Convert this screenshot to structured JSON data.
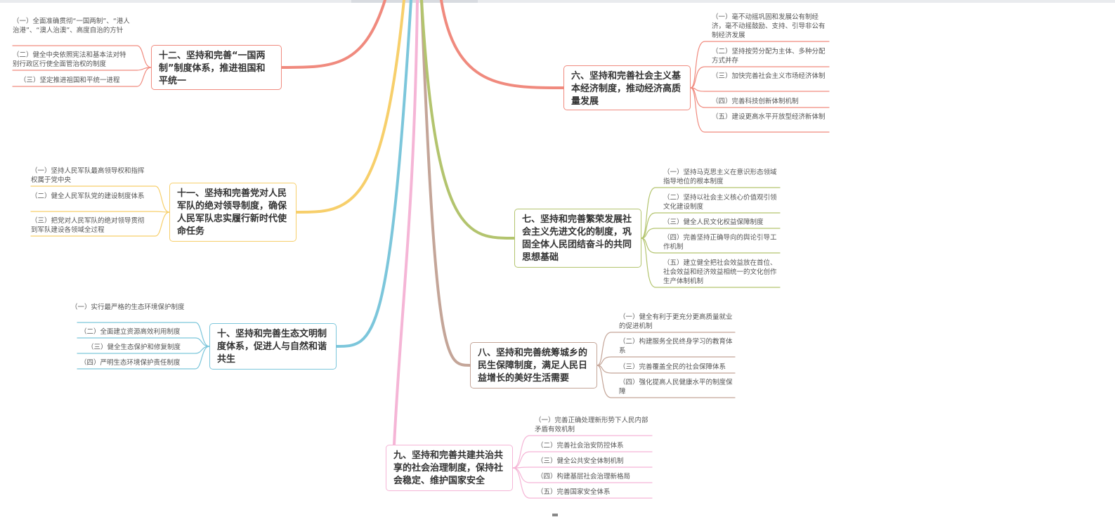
{
  "branches": [
    {
      "id": "b12",
      "color": "#f08a7e",
      "title": "十二、坚持和完善“一国两制”制度体系，推进祖国和平统一",
      "items": [
        "（一）全面准确贯彻“一国两制”、“港人治港”、“澳人治澳”、高度自治的方针",
        "（二）健全中央依照宪法和基本法对特别行政区行使全面管治权的制度",
        "（三）坚定推进祖国和平统一进程"
      ]
    },
    {
      "id": "b11",
      "color": "#f7cf6b",
      "title": "十一、坚持和完善党对人民军队的绝对领导制度，确保人民军队忠实履行新时代使命任务",
      "items": [
        "（一）坚持人民军队最高领导权和指挥权属于党中央",
        "（二）健全人民军队党的建设制度体系",
        "（三）把党对人民军队的绝对领导贯彻到军队建设各领域全过程"
      ]
    },
    {
      "id": "b10",
      "color": "#7cc6db",
      "title": "十、坚持和完善生态文明制度体系，促进人与自然和谐共生",
      "items": [
        "（一）实行最严格的生态环境保护制度",
        "（二）全面建立资源高效利用制度",
        "（三）健全生态保护和修复制度",
        "（四）严明生态环境保护责任制度"
      ]
    },
    {
      "id": "b9",
      "color": "#f5b5d6",
      "title": "九、坚持和完善共建共治共享的社会治理制度，保持社会稳定、维护国家安全",
      "items": [
        "（一）完善正确处理新形势下人民内部矛盾有效机制",
        "（二）完善社会治安防控体系",
        "（三）健全公共安全体制机制",
        "（四）构建基层社会治理新格局",
        "（五）完善国家安全体系"
      ]
    },
    {
      "id": "b8",
      "color": "#c4a598",
      "title": "八、坚持和完善统筹城乡的民生保障制度，满足人民日益增长的美好生活需要",
      "items": [
        "（一）健全有利于更充分更高质量就业的促进机制",
        "（二）构建服务全民终身学习的教育体系",
        "（三）完善覆盖全民的社会保障体系",
        "（四）强化提高人民健康水平的制度保障"
      ]
    },
    {
      "id": "b7",
      "color": "#b3c46e",
      "title": "七、坚持和完善繁荣发展社会主义先进文化的制度，巩固全体人民团结奋斗的共同思想基础",
      "items": [
        "（一）坚持马克思主义在意识形态领域指导地位的根本制度",
        "（二）坚持以社会主义核心价值观引领文化建设制度",
        "（三）健全人民文化权益保障制度",
        "（四）完善坚持正确导向的舆论引导工作机制",
        "（五）建立健全把社会效益放在首位、社会效益和经济效益相统一的文化创作生产体制机制"
      ]
    },
    {
      "id": "b6",
      "color": "#f08a7e",
      "title": "六、坚持和完善社会主义基本经济制度，推动经济高质量发展",
      "items": [
        "（一）毫不动摇巩固和发展公有制经济，毫不动摇鼓励、支持、引导非公有制经济发展",
        "（二）坚持按劳分配为主体、多种分配方式并存",
        "（三）加快完善社会主义市场经济体制",
        "（四）完善科技创新体制机制",
        "（五）建设更高水平开放型经济新体制"
      ]
    }
  ]
}
